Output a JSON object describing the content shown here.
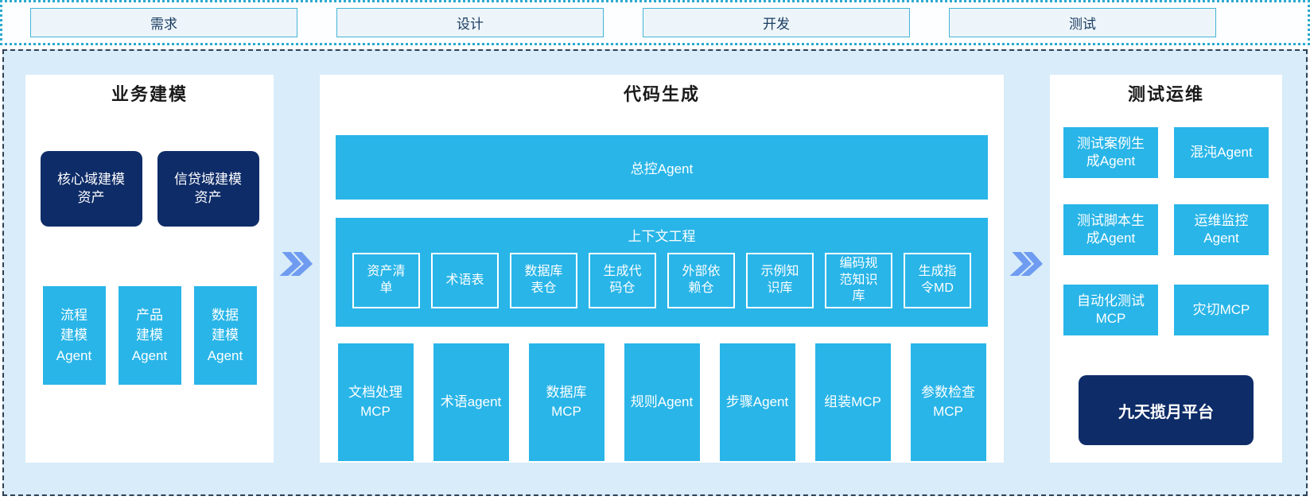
{
  "colors": {
    "cyan": "#29b5e8",
    "navy": "#0e2c68",
    "container_bg": "#d8ecf9",
    "phase_box_bg": "#edf5fa",
    "phase_border": "#45b4d6",
    "strip_border": "#2ba9ce",
    "dashed_border": "#2f4156",
    "chevron": "#6f9cf0"
  },
  "phases": [
    {
      "label": "需求"
    },
    {
      "label": "设计"
    },
    {
      "label": "开发"
    },
    {
      "label": "测试"
    }
  ],
  "panels": {
    "business_modeling": {
      "title": "业务建模",
      "asset_boxes": [
        {
          "label": "核心域建模\n资产"
        },
        {
          "label": "信贷域建模\n资产"
        }
      ],
      "agent_boxes": [
        {
          "label": "流程\n建模\nAgent"
        },
        {
          "label": "产品\n建模\nAgent"
        },
        {
          "label": "数据\n建模\nAgent"
        }
      ]
    },
    "code_generation": {
      "title": "代码生成",
      "master_agent": "总控Agent",
      "context_engineering": {
        "title": "上下文工程",
        "items": [
          "资产清\n单",
          "术语表",
          "数据库\n表仓",
          "生成代\n码仓",
          "外部依\n赖仓",
          "示例知\n识库",
          "编码规\n范知识\n库",
          "生成指\n令MD"
        ]
      },
      "tool_boxes": [
        "文档处理\nMCP",
        "术语agent",
        "数据库\nMCP",
        "规则Agent",
        "步骤Agent",
        "组装MCP",
        "参数检查\nMCP"
      ]
    },
    "test_ops": {
      "title": "测试运维",
      "boxes": [
        "测试案例生\n成Agent",
        "混沌Agent",
        "测试脚本生\n成Agent",
        "运维监控\nAgent",
        "自动化测试\nMCP",
        "灾切MCP"
      ],
      "platform": "九天揽月平台"
    }
  }
}
